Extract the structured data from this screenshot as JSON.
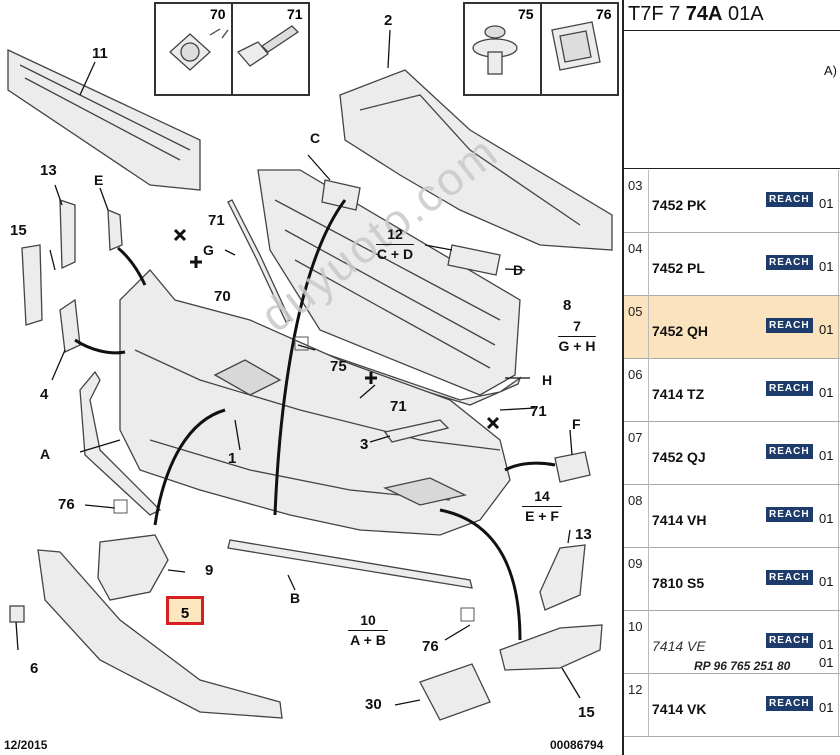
{
  "diagram": {
    "callouts": {
      "c1": "1",
      "c2": "2",
      "c3": "3",
      "c4": "4",
      "c5": "5",
      "c6": "6",
      "c7": "7",
      "c8": "8",
      "c9": "9",
      "c10": "10",
      "c11": "11",
      "c12": "12",
      "c13a": "13",
      "c13b": "13",
      "c14": "14",
      "c15a": "15",
      "c15b": "15",
      "c30": "30",
      "c70": "70",
      "c71a": "71",
      "c71b": "71",
      "c71c": "71",
      "c75": "75",
      "c76a": "76",
      "c76b": "76",
      "A": "A",
      "B": "B",
      "C": "C",
      "D": "D",
      "E": "E",
      "F": "F",
      "G": "G",
      "H": "H"
    },
    "groups": {
      "g12": {
        "num": "12",
        "sub": "C + D"
      },
      "g7": {
        "num": "7",
        "sub": "G + H"
      },
      "g10": {
        "num": "10",
        "sub": "A + B"
      },
      "g14": {
        "num": "14",
        "sub": "E + F"
      }
    },
    "inset_boxes": {
      "b70": "70",
      "b71": "71",
      "b75": "75",
      "b76": "76"
    },
    "highlighted_part": "5",
    "footer_left": "12/2015",
    "footer_right": "00086794",
    "watermark": "duyuoto.com"
  },
  "parts_list": {
    "ref_prefix": "T7F 7 ",
    "ref_bold": "74A",
    "ref_suffix": " 01A",
    "note": "A)",
    "reach_label": "REACH",
    "selected_index": "05",
    "rows": [
      {
        "index": "03",
        "code": "7452 PK",
        "qty": "01"
      },
      {
        "index": "04",
        "code": "7452 PL",
        "qty": "01"
      },
      {
        "index": "05",
        "code": "7452 QH",
        "qty": "01"
      },
      {
        "index": "06",
        "code": "7414 TZ",
        "qty": "01"
      },
      {
        "index": "07",
        "code": "7452 QJ",
        "qty": "01"
      },
      {
        "index": "08",
        "code": "7414 VH",
        "qty": "01"
      },
      {
        "index": "09",
        "code": "7810 S5",
        "qty": "01"
      },
      {
        "index": "10",
        "code": "7414 VE",
        "qty": "01",
        "qty2": "01",
        "sub": "RP 96 765 251 80"
      },
      {
        "index": "12",
        "code": "7414 VK",
        "qty": "01"
      }
    ]
  }
}
